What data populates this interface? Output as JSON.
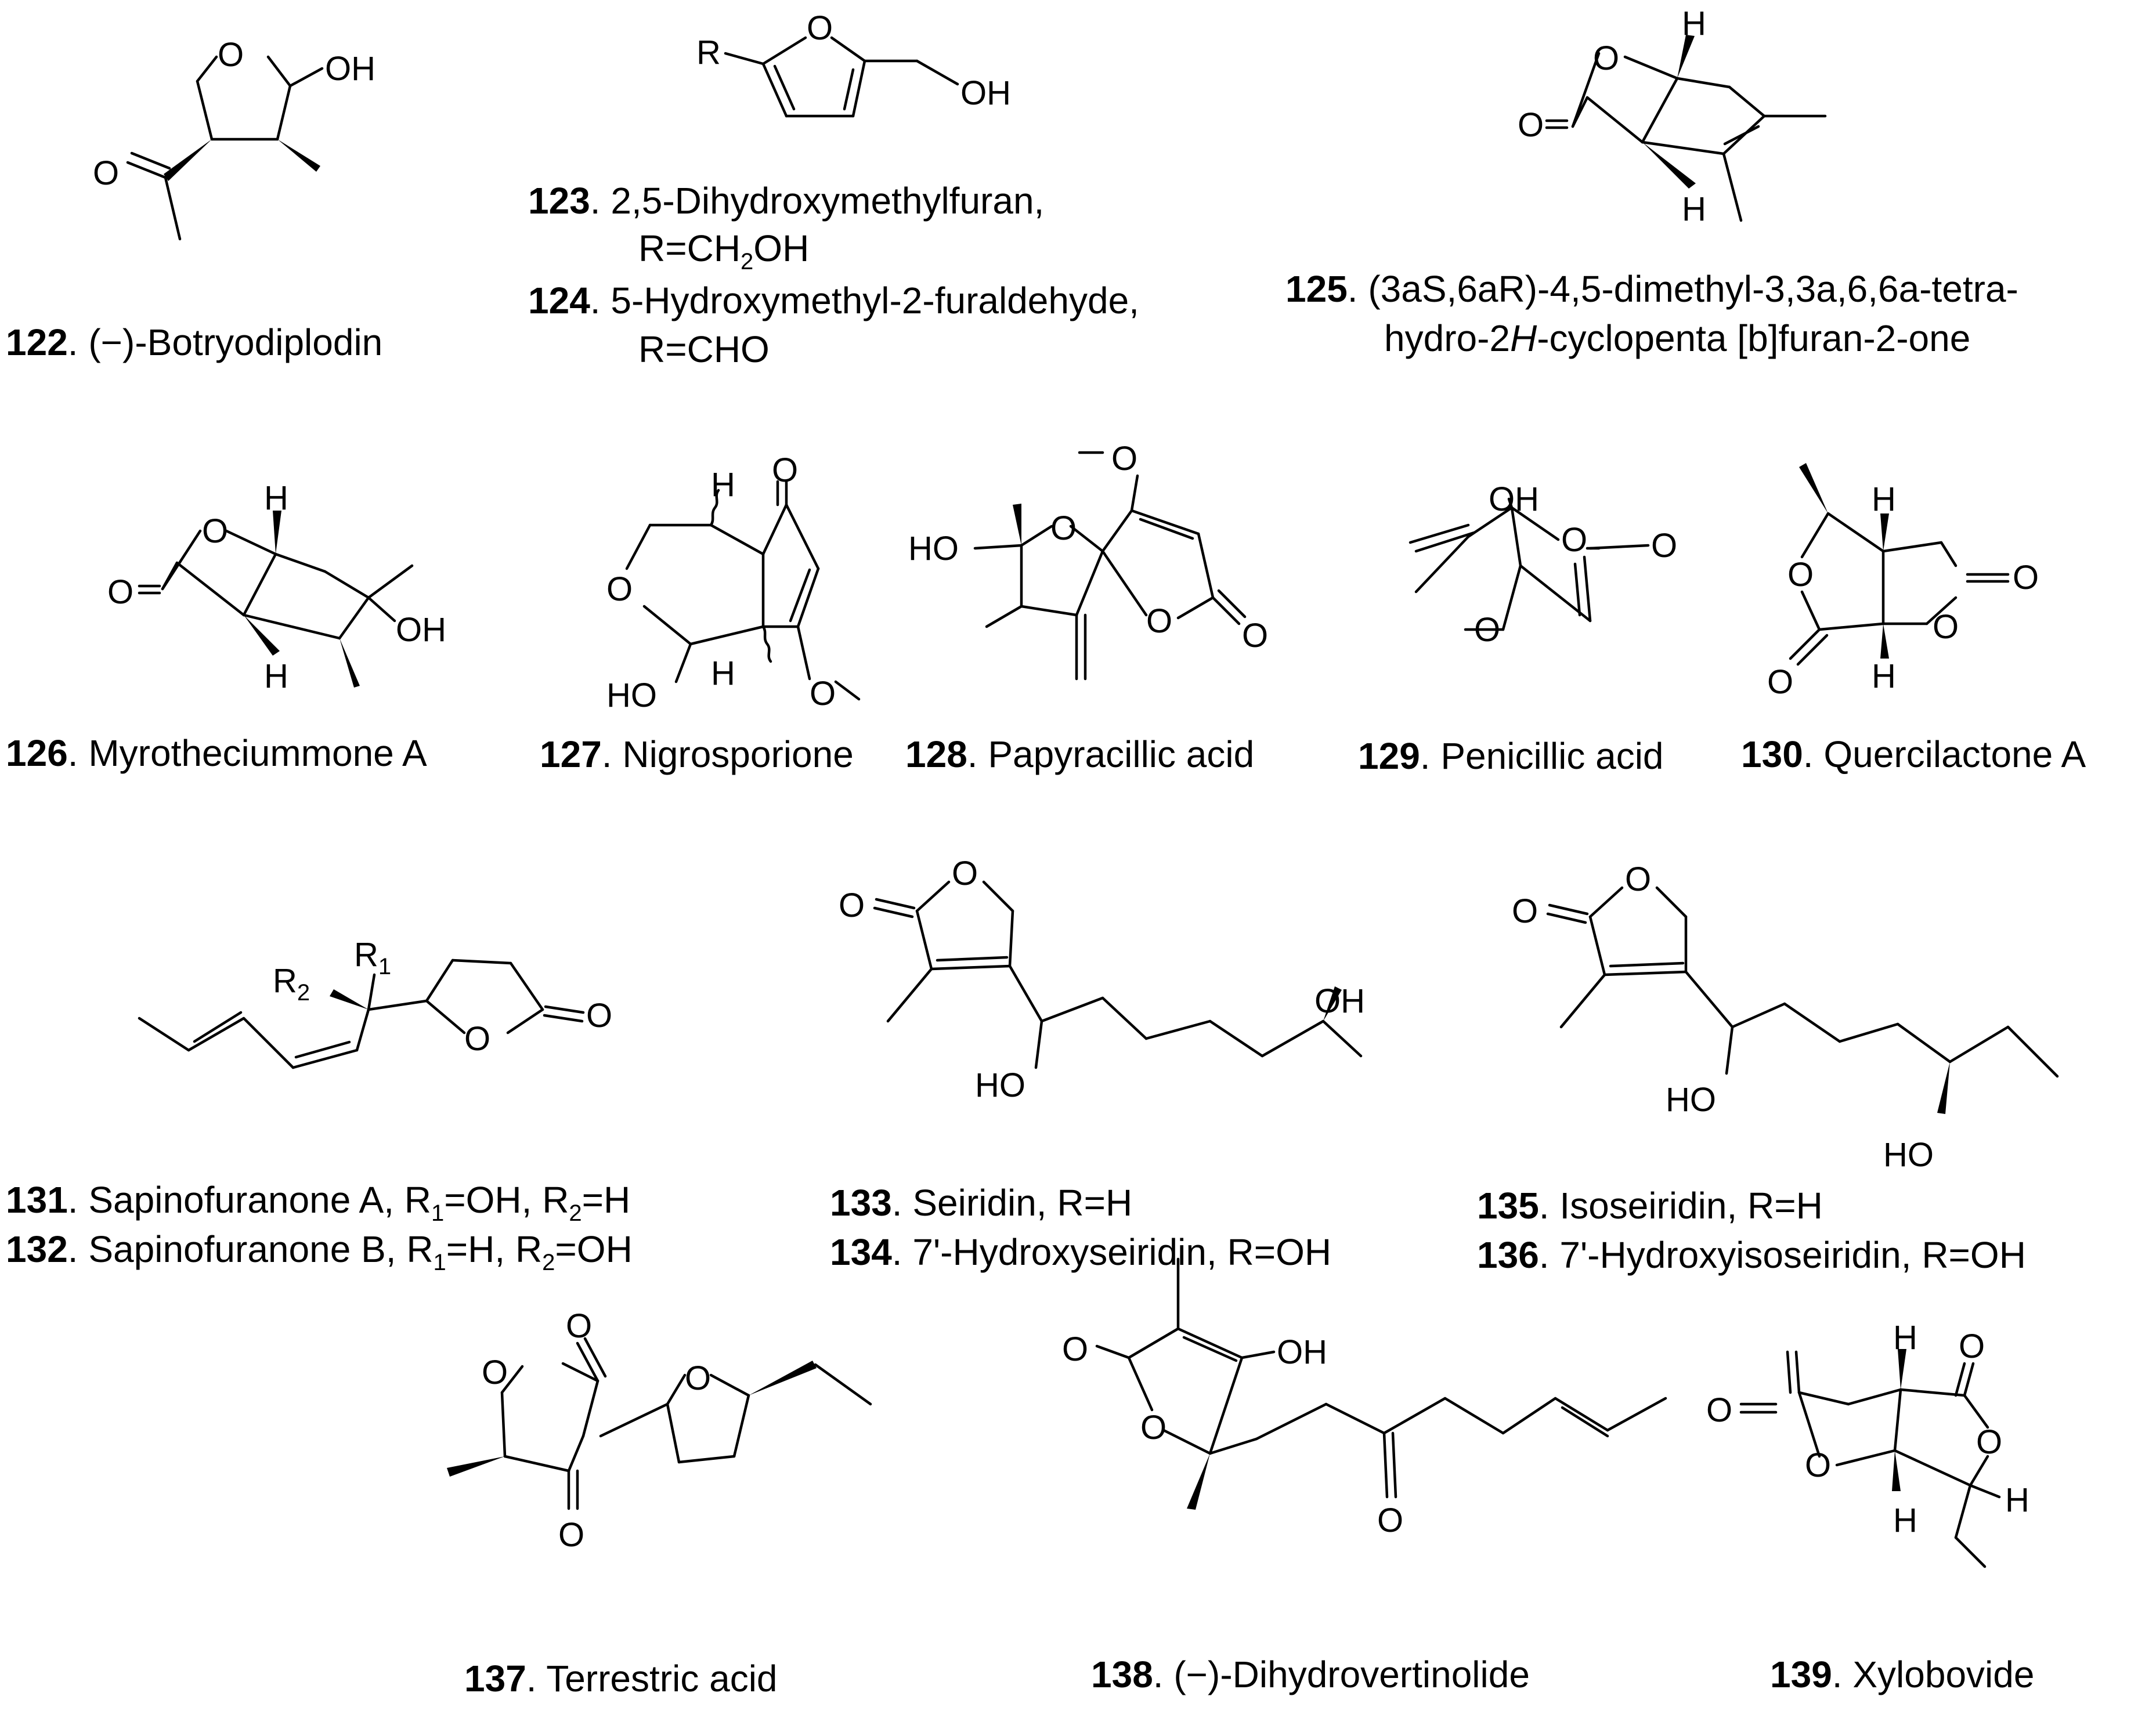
{
  "atoms": {
    "O": "O",
    "OH": "OH",
    "HO": "HO",
    "H": "H",
    "R": "R",
    "R1": "R",
    "R1_sub": "1",
    "R2": "R",
    "R2_sub": "2"
  },
  "compounds": [
    {
      "num": "122",
      "lines": [
        ". (−)-Botryodiplodin"
      ]
    },
    {
      "num": "123",
      "lines": [
        ". 2,5-Dihydroxymethylfuran,",
        "R=CH",
        "2",
        "OH"
      ]
    },
    {
      "num": "124",
      "lines": [
        ". 5-Hydroxymethyl-2-furaldehyde,",
        "R=CHO"
      ]
    },
    {
      "num": "125",
      "lines": [
        ". (3aS,6aR)-4,5-dimethyl-3,3a,6,6a-tetra-",
        "hydro-2",
        "H",
        "-cyclopenta [b]furan-2-one"
      ]
    },
    {
      "num": "126",
      "lines": [
        ". Myrotheciummone A"
      ]
    },
    {
      "num": "127",
      "lines": [
        ". Nigrosporione"
      ]
    },
    {
      "num": "128",
      "lines": [
        ". Papyracillic acid"
      ]
    },
    {
      "num": "129",
      "lines": [
        ". Penicillic acid"
      ]
    },
    {
      "num": "130",
      "lines": [
        ". Quercilactone A"
      ]
    },
    {
      "num": "131",
      "lines": [
        ". Sapinofuranone A, R",
        "1",
        "=OH, R",
        "2",
        "=H"
      ]
    },
    {
      "num": "132",
      "lines": [
        ". Sapinofuranone B, R",
        "1",
        "=H, R",
        "2",
        "=OH"
      ]
    },
    {
      "num": "133",
      "lines": [
        ". Seiridin, R=H"
      ]
    },
    {
      "num": "134",
      "lines": [
        ". 7'-Hydroxyseiridin, R=OH"
      ]
    },
    {
      "num": "135",
      "lines": [
        ". Isoseiridin, R=H"
      ]
    },
    {
      "num": "136",
      "lines": [
        ". 7'-Hydroxyisoseiridin, R=OH"
      ]
    },
    {
      "num": "137",
      "lines": [
        ". Terrestric acid"
      ]
    },
    {
      "num": "138",
      "lines": [
        ". (−)-Dihydrovertinolide"
      ]
    },
    {
      "num": "139",
      "lines": [
        ". Xylobovide"
      ]
    }
  ]
}
